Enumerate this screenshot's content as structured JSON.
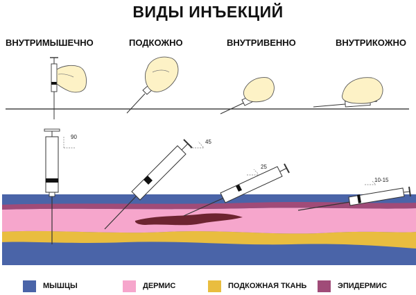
{
  "title": "ВИДЫ ИНЪЕКЦИЙ",
  "injection_types": [
    {
      "label": "ВНУТРИМЫШЕЧНО"
    },
    {
      "label": "ПОДКОЖНО"
    },
    {
      "label": "ВНУТРИВЕННО"
    },
    {
      "label": "ВНУТРИКОЖНО"
    }
  ],
  "angles": [
    "90",
    "45",
    "25",
    "10-15"
  ],
  "legend": [
    {
      "label": "МЫШЦЫ",
      "color": "#4a64a8"
    },
    {
      "label": "ДЕРМИС",
      "color": "#f6a6cc"
    },
    {
      "label": "ПОДКОЖНАЯ ТКАНЬ",
      "color": "#e9bd3f"
    },
    {
      "label": "ЭПИДЕРМИС",
      "color": "#a04b78"
    }
  ],
  "colors": {
    "muscle": "#4a64a8",
    "dermis": "#f6a6cc",
    "subcutaneous": "#e9bd3f",
    "epidermis": "#a04b78",
    "vein": "#6d2430",
    "hand": "#fdf2c6"
  }
}
